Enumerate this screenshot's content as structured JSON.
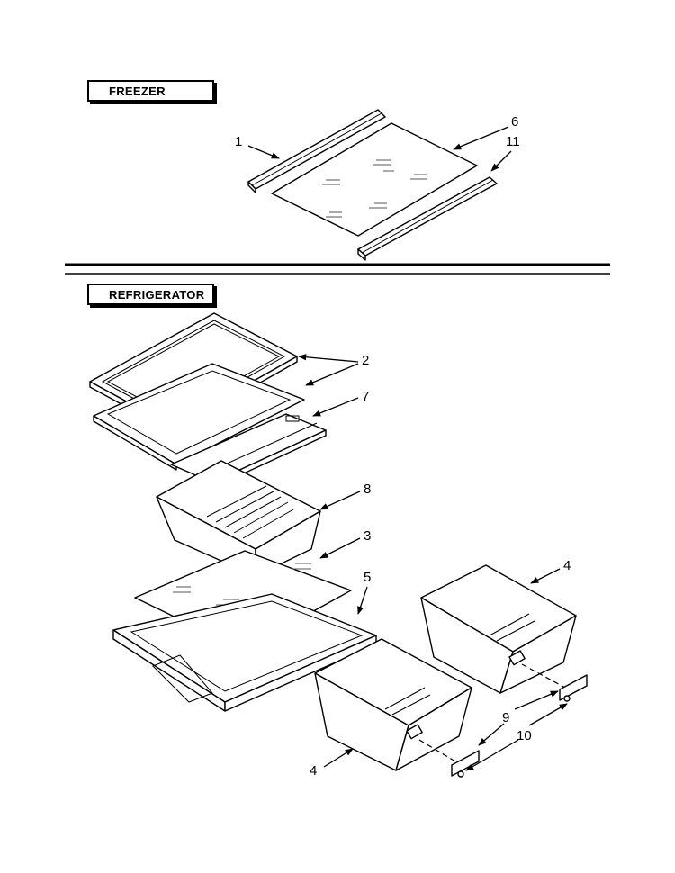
{
  "sections": {
    "freezer": "FREEZER",
    "refrigerator": "REFRIGERATOR"
  },
  "callouts": {
    "c1": "1",
    "c6": "6",
    "c11": "11",
    "c2": "2",
    "c7": "7",
    "c8": "8",
    "c3": "3",
    "c5": "5",
    "c4a": "4",
    "c4b": "4",
    "c9": "9",
    "c10": "10"
  }
}
